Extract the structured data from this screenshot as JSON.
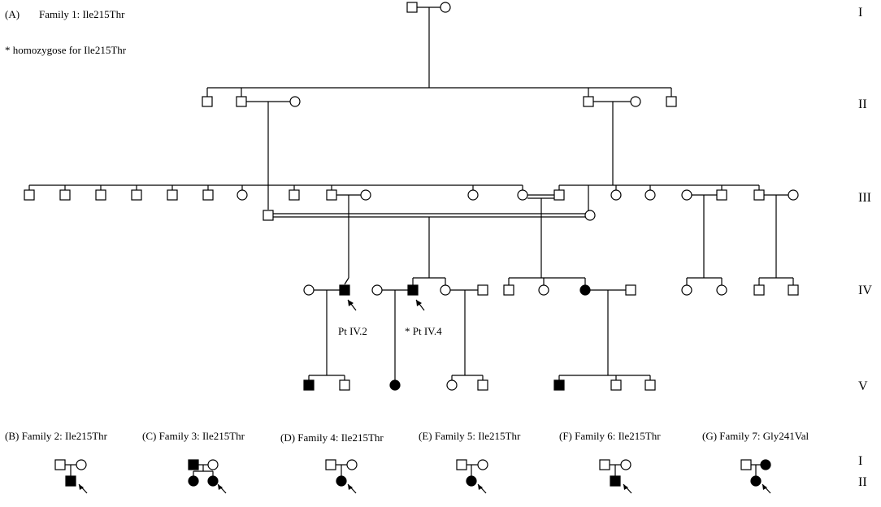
{
  "main": {
    "label": "(A)",
    "title": "Family 1: Ile215Thr",
    "note": "* homozygose for Ile215Thr",
    "pt1": "Pt IV.2",
    "pt2": "* Pt IV.4"
  },
  "generations": [
    "I",
    "II",
    "III",
    "IV",
    "V"
  ],
  "small_families": [
    {
      "label": "(B) Family 2: Ile215Thr"
    },
    {
      "label": "(C) Family 3: Ile215Thr"
    },
    {
      "label": "(D) Family 4: Ile215Thr"
    },
    {
      "label": "(E) Family 5: Ile215Thr"
    },
    {
      "label": "(F) Family 6: Ile215Thr"
    },
    {
      "label": "(G) Family 7: Gly241Val"
    }
  ],
  "small_generations": [
    "I",
    "II"
  ]
}
